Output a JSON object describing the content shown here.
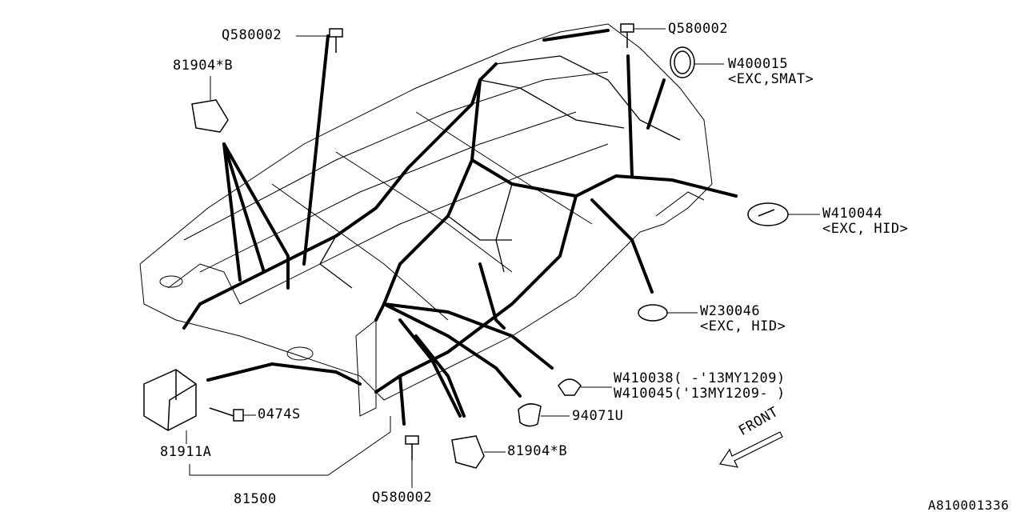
{
  "diagram": {
    "labels": {
      "q580002_top_left": "Q580002",
      "q580002_top_right": "Q580002",
      "q580002_bottom": "Q580002",
      "clip_81904b_top": "81904*B",
      "clip_81904b_bottom": "81904*B",
      "w400015": "W400015",
      "w400015_note": "<EXC,SMAT>",
      "w410044": "W410044",
      "w410044_note": "<EXC, HID>",
      "w230046": "W230046",
      "w230046_note": "<EXC, HID>",
      "w410038": "W410038( -'13MY1209)",
      "w410045": "W410045('13MY1209- )",
      "part_94071u": "94071U",
      "part_0474s": "0474S",
      "part_81911a": "81911A",
      "part_81500": "81500",
      "front": "FRONT",
      "diagram_id": "A810001336"
    },
    "colors": {
      "line": "#000000",
      "background": "#ffffff"
    }
  }
}
